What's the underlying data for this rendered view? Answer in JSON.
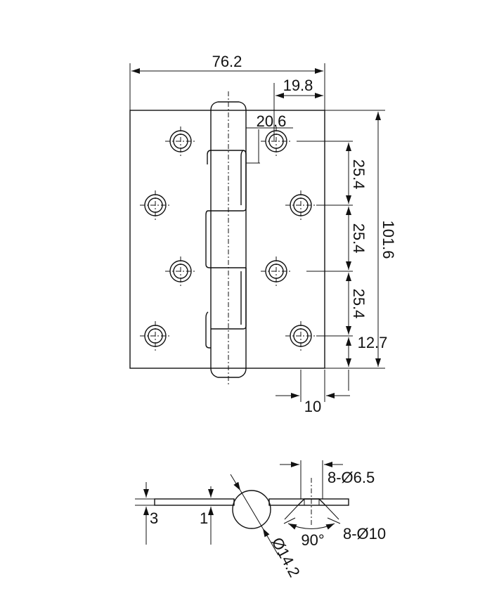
{
  "front_view": {
    "overall_width": "76.2",
    "knuckle_to_hole": "19.8",
    "hole_offset": "20.6",
    "hole_pitch_1": "25.4",
    "hole_pitch_2": "25.4",
    "hole_pitch_3": "25.4",
    "overall_height": "101.6",
    "end_hole_offset": "12.7",
    "edge_distance": "10"
  },
  "side_view": {
    "leaf_thickness_total": "3",
    "plate_thickness": "1",
    "pin_diameter": "Ø14.2",
    "hole_diameter": "8-Ø6.5",
    "countersink_diameter": "8-Ø10",
    "countersink_angle": "90°"
  },
  "colors": {
    "line": "#111111",
    "background": "#ffffff"
  }
}
